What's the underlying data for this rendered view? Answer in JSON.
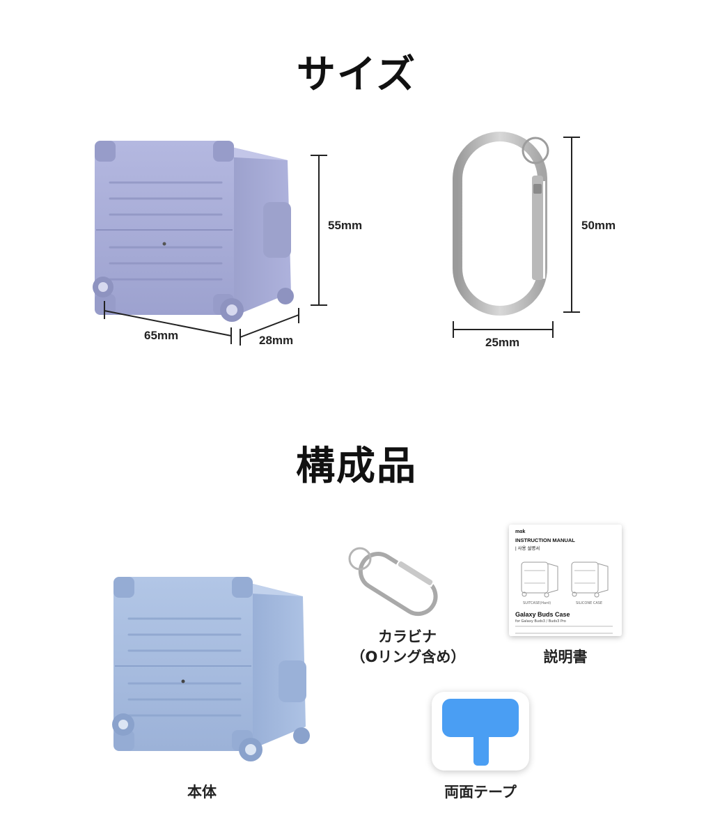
{
  "size_section": {
    "title": "サイズ",
    "suitcase_dims": {
      "height": "55mm",
      "width": "65mm",
      "depth": "28mm"
    },
    "carabiner_dims": {
      "height": "50mm",
      "width": "25mm"
    }
  },
  "contents_section": {
    "title": "構成品",
    "items": {
      "body": "本体",
      "carabiner_line1": "カラビナ",
      "carabiner_line2": "（Oリング含め）",
      "manual": "説明書",
      "tape": "両面テープ"
    },
    "manual_card": {
      "brand": "mαk",
      "heading": "INSTRUCTION MANUAL",
      "sub": "| 사용 설명서",
      "left_label": "SUITCASE(Hard)",
      "right_label": "SILICONE CASE",
      "product": "Galaxy Buds Case",
      "product_sub": "for Galaxy Buds3 / Buds3 Pro"
    }
  },
  "colors": {
    "lavender": "#a7acd6",
    "blue": "#a9bfe0",
    "tape_blue": "#4a9ef3"
  }
}
